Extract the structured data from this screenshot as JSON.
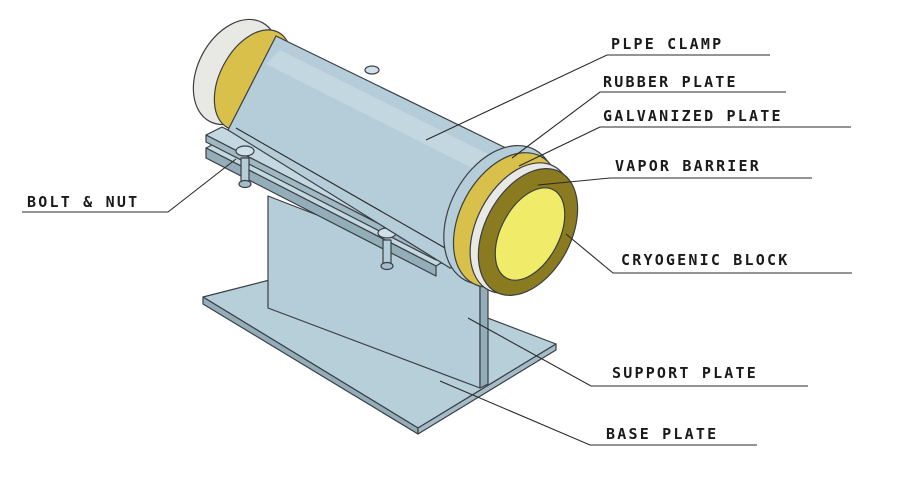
{
  "labels": {
    "pipe_clamp": "PLPE CLAMP",
    "rubber_plate": "RUBBER PLATE",
    "galvanized_plate": "GALVANIZED PLATE",
    "vapor_barrier": "VAPOR BARRIER",
    "cryogenic_block": "CRYOGENIC BLOCK",
    "bolt_nut": "BOLT & NUT",
    "support_plate": "SUPPORT PLATE",
    "base_plate": "BASE PLATE"
  },
  "colors": {
    "steel": "#b4cdd8",
    "steel_dark": "#93adb9",
    "steel_light": "#cfe0e8",
    "insulation": "#d9c04a",
    "insulation_inner": "#f0ec6a",
    "insulation_dark": "#8a7a20",
    "barrier": "#e8e8e4"
  }
}
